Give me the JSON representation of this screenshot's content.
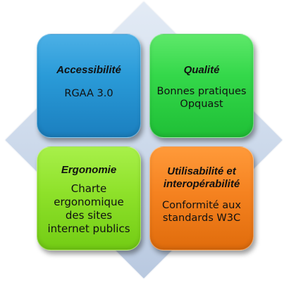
{
  "diagram": {
    "quadrants": [
      {
        "title": "Accessibilité",
        "body": [
          "RGAA 3.0"
        ],
        "color": "#2a9bd8"
      },
      {
        "title": "Qualité",
        "body": [
          "Bonnes pratiques",
          "Opquast"
        ],
        "color": "#34d84a"
      },
      {
        "title": "Ergonomie",
        "body": [
          "Charte",
          "ergonomique",
          "des sites",
          "internet publics"
        ],
        "color": "#8ee12a"
      },
      {
        "title": [
          "Utilisabilité et",
          "interopérabilité"
        ],
        "body": [
          "Conformité aux",
          "standards W3C"
        ],
        "color": "#f58220"
      }
    ],
    "background_color": "#cbd8ea"
  }
}
